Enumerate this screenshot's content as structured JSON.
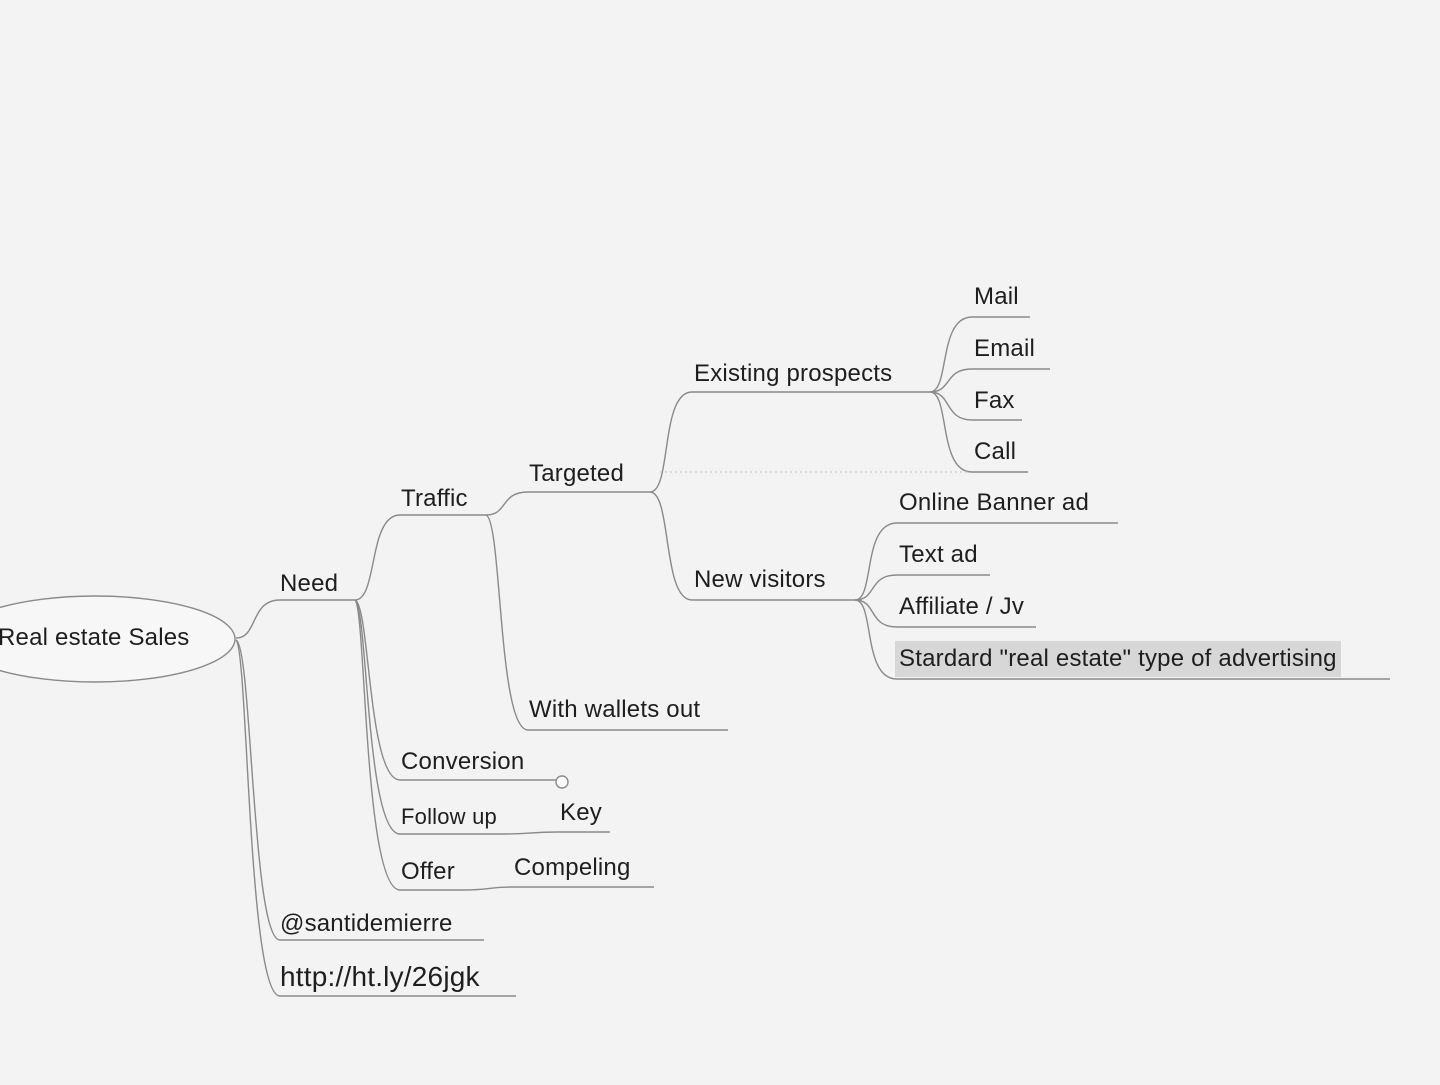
{
  "mindmap": {
    "root": "Real estate Sales",
    "need": "Need",
    "traffic": "Traffic",
    "targeted": "Targeted",
    "existing_prospects": "Existing prospects",
    "mail": "Mail",
    "email": "Email",
    "fax": "Fax",
    "call": "Call",
    "new_visitors": "New visitors",
    "online_banner_ad": "Online Banner ad",
    "text_ad": "Text ad",
    "affiliate_jv": "Affiliate / Jv",
    "standard_advertising": "Stardard \"real estate\" type of advertising",
    "with_wallets_out": "With wallets out",
    "conversion": "Conversion",
    "follow_up": "Follow up",
    "key": "Key",
    "offer": "Offer",
    "compeling": "Compeling",
    "twitter_handle": "@santidemierre",
    "short_link": "http://ht.ly/26jgk"
  },
  "colors": {
    "background": "#f3f3f3",
    "connector": "#8a8a8a",
    "selection": "#d7d7d7",
    "text": "#1e1e1e"
  }
}
